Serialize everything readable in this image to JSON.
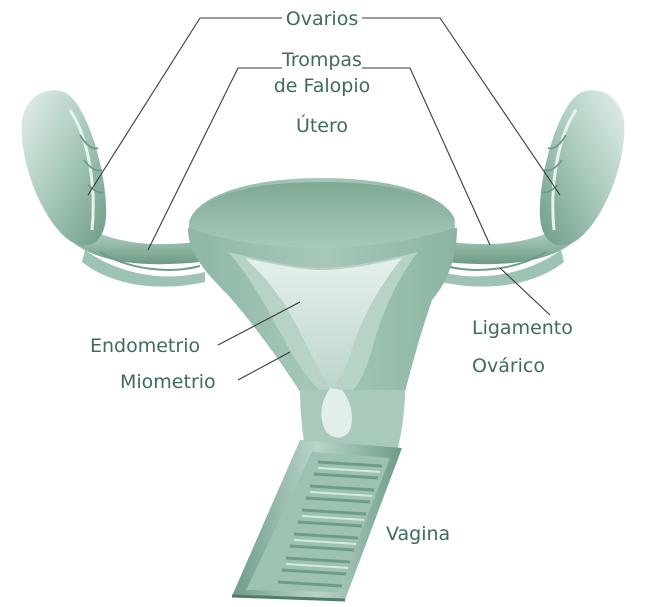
{
  "labels": {
    "ovarios": "Ovarios",
    "trompas_line1": "Trompas",
    "trompas_line2": "de Falopio",
    "utero": "Útero",
    "endometrio": "Endometrio",
    "miometrio": "Miometrio",
    "ligamento_line1": "Ligamento",
    "ligamento_line2": "Ovárico",
    "vagina": "Vagina"
  },
  "colors": {
    "label_text": "#3f6b5c",
    "tissue_light": "#cfe3da",
    "tissue_mid": "#9fc3b3",
    "tissue_dark": "#6f9c88",
    "tissue_deep": "#4f7d6a",
    "leader_line": "#3a3a3a"
  }
}
